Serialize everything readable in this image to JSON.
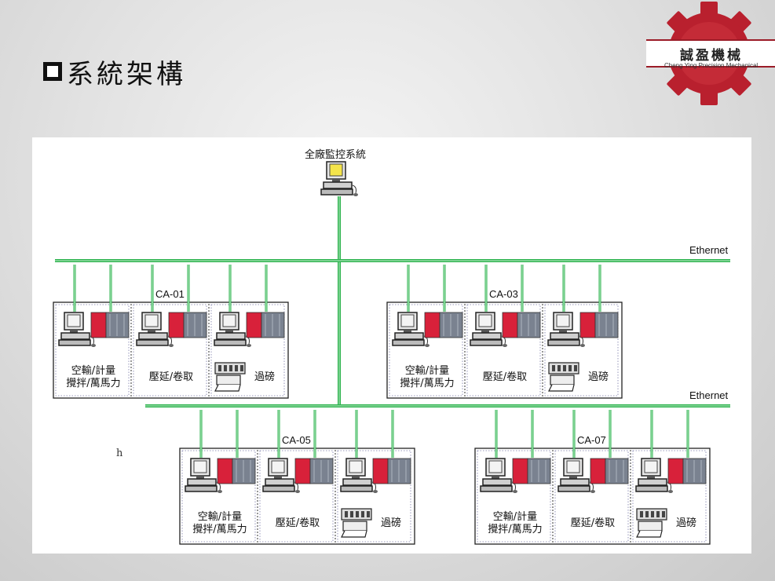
{
  "title": "系統架構",
  "logo": {
    "name": "誠盈機械",
    "subtitle": "Cheng Ying Precision Mechanical"
  },
  "diagram": {
    "top_station": "全廠監控系統",
    "networks": [
      "Ethernet",
      "Ethernet"
    ],
    "cells": [
      {
        "id": "CA-01",
        "stations": [
          "空輸/計量\n攪拌/萬馬力",
          "壓延/卷取",
          "過磅"
        ]
      },
      {
        "id": "CA-03",
        "stations": [
          "空輸/計量\n攪拌/萬馬力",
          "壓延/卷取",
          "過磅"
        ]
      },
      {
        "id": "CA-05",
        "stations": [
          "空輸/計量\n攪拌/萬馬力",
          "壓延/卷取",
          "過磅"
        ]
      },
      {
        "id": "CA-07",
        "stations": [
          "空輸/計量\n攪拌/萬馬力",
          "壓延/卷取",
          "過磅"
        ]
      }
    ],
    "stray_mark": "h"
  },
  "colors": {
    "network": "#2bb24c",
    "plc_red": "#d8213a",
    "plc_gray": "#7a8290",
    "border": "#222222"
  }
}
